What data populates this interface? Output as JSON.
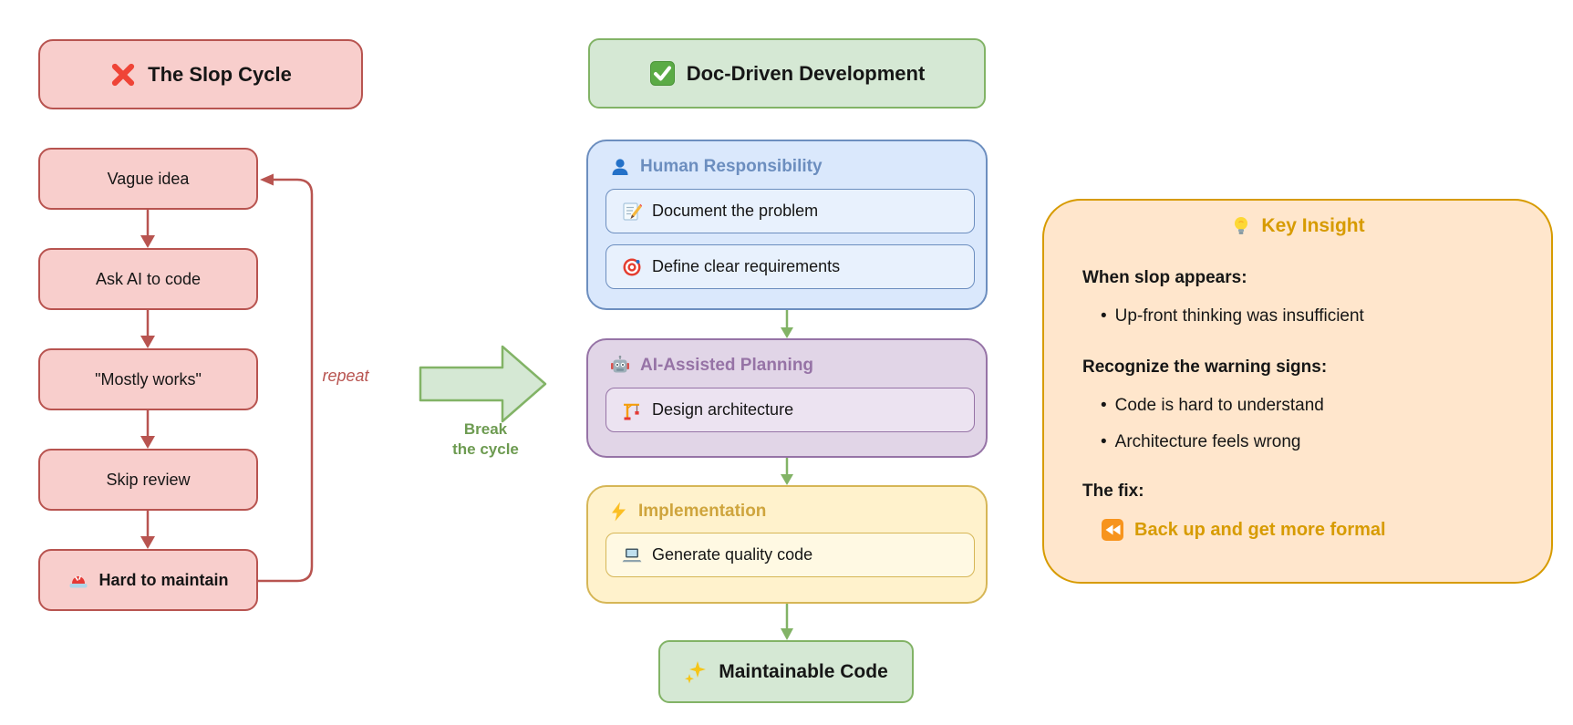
{
  "colors": {
    "red_fill": "#f8cecc",
    "red_border": "#b85450",
    "green_fill": "#d5e8d4",
    "green_border": "#82b366",
    "green_text": "#6d9b51",
    "blue_fill": "#dae8fc",
    "blue_item_fill": "#e8f1fd",
    "blue_border": "#6c8ebf",
    "purple_fill": "#e1d5e7",
    "purple_item_fill": "#ece3f1",
    "purple_border": "#9673a6",
    "yellow_fill": "#fff2cc",
    "yellow_item_fill": "#fff9e3",
    "yellow_border": "#d6b656",
    "gold_text": "#cfa53d",
    "orange_fill": "#ffe6cc",
    "orange_border": "#d79b00",
    "text": "#161616"
  },
  "slop_cycle": {
    "title": "The Slop Cycle",
    "title_icon": "cross-mark-icon",
    "steps": [
      {
        "label": "Vague idea"
      },
      {
        "label": "Ask AI to code"
      },
      {
        "label": "\"Mostly works\""
      },
      {
        "label": "Skip review"
      },
      {
        "label": "Hard to maintain",
        "icon": "siren-icon"
      }
    ],
    "loop_label": "repeat"
  },
  "break_arrow": {
    "line1": "Break",
    "line2": "the cycle"
  },
  "doc_driven": {
    "title": "Doc-Driven Development",
    "title_icon": "check-mark-icon",
    "sections": [
      {
        "title": "Human Responsibility",
        "icon": "person-icon",
        "items": [
          {
            "label": "Document the problem",
            "icon": "memo-icon"
          },
          {
            "label": "Define clear requirements",
            "icon": "target-icon"
          }
        ]
      },
      {
        "title": "AI-Assisted Planning",
        "icon": "robot-icon",
        "items": [
          {
            "label": "Design architecture",
            "icon": "crane-icon"
          }
        ]
      },
      {
        "title": "Implementation",
        "icon": "lightning-icon",
        "items": [
          {
            "label": "Generate quality code",
            "icon": "laptop-icon"
          }
        ]
      }
    ],
    "result": {
      "label": "Maintainable Code",
      "icon": "sparkles-icon"
    }
  },
  "key_insight": {
    "title": "Key Insight",
    "title_icon": "light-bulb-icon",
    "bullet_char": "•",
    "section1": {
      "heading": "When slop appears:",
      "bullets": [
        "Up-front thinking was insufficient"
      ]
    },
    "section2": {
      "heading": "Recognize the warning signs:",
      "bullets": [
        "Code is hard to understand",
        "Architecture feels wrong"
      ]
    },
    "section3": {
      "heading": "The fix:",
      "fix_label": "Back up and get more formal",
      "fix_icon": "rewind-icon"
    }
  }
}
